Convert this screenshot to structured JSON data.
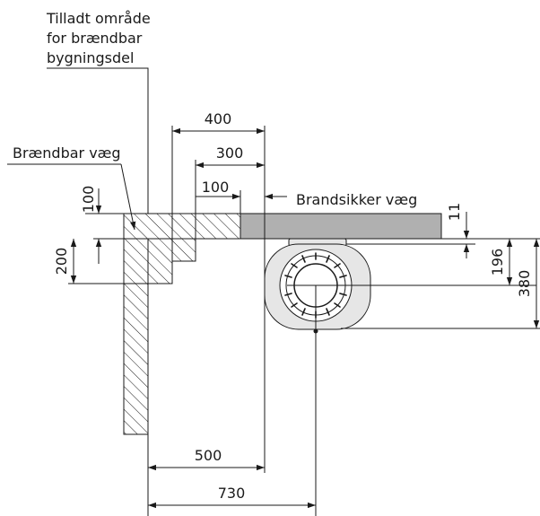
{
  "labels": {
    "allowed_area": [
      "Tilladt område",
      "for brændbar",
      "bygningsdel"
    ],
    "combustible_wall": "Brændbar væg",
    "fireproof_wall": "Brandsikker væg"
  },
  "dimensions": {
    "d400": "400",
    "d300": "300",
    "d100_top": "100",
    "d100_left": "100",
    "d200": "200",
    "d11": "11",
    "d196": "196",
    "d380": "380",
    "d500": "500",
    "d730": "730"
  },
  "colors": {
    "line": "#1a1a1a",
    "fireproof_wall_fill": "#b0b0b0",
    "stove_fill": "#e6e6e6"
  }
}
